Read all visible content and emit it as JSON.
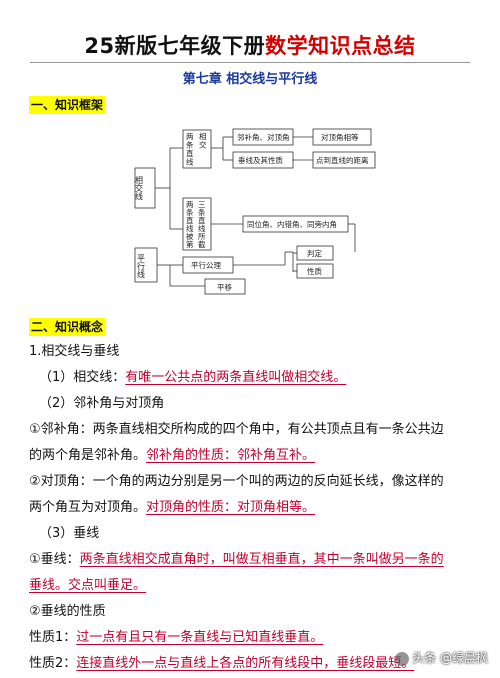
{
  "title": {
    "part1": "25新版七年级下册",
    "part2": "数学知识点总结"
  },
  "subtitle": "第七章  相交线与平行线",
  "section1": "一、知识框架",
  "diagram": {
    "root": "相交线",
    "two_lines": [
      "两",
      "条",
      "直",
      "线",
      "相",
      "交"
    ],
    "three_lines": [
      "两",
      "条",
      "直",
      "线",
      "被",
      "第",
      "三",
      "条",
      "直",
      "线",
      "所",
      "截"
    ],
    "adj": "邻补角、对顶角",
    "vert_eq": "对顶角相等",
    "perp": "垂线及其性质",
    "dist": "点到直线的距离",
    "angles": "同位角、内错角、同旁内角",
    "parallel": "平行线",
    "axiom": "平行公理",
    "judge": "判定",
    "prop": "性质",
    "shift": "平移"
  },
  "section2": "二、知识概念",
  "lines": {
    "l1": "1.相交线与垂线",
    "l2_a": "（1）相交线：",
    "l2_b": "有唯一公共点的两条直线叫做相交线。",
    "l3": "（2）邻补角与对顶角",
    "l4": "①邻补角：两条直线相交所构成的四个角中，有公共顶点且有一条公共边",
    "l5_a": "的两个角是邻补角。",
    "l5_b": "邻补角的性质：邻补角互补。",
    "l6": "②对顶角：一个角的两边分别是另一个叫的两边的反向延长线，像这样的",
    "l7_a": "两个角互为对顶角。",
    "l7_b": "对顶角的性质：对顶角相等。",
    "l8": "（3）垂线",
    "l9_a": "①垂线：",
    "l9_b": "两条直线相交成直角时，叫做互相垂直，其中一条叫做另一条的",
    "l10": "垂线。交点叫垂足。",
    "l11": "②垂线的性质",
    "l12_a": "性质1：",
    "l12_b": "过一点有且只有一条直线与已知直线垂直。",
    "l13_a": "性质2：",
    "l13_b": "连接直线外一点与直线上各点的所有线段中，垂线段最短。"
  },
  "watermark": "头条 @绿晨枫"
}
